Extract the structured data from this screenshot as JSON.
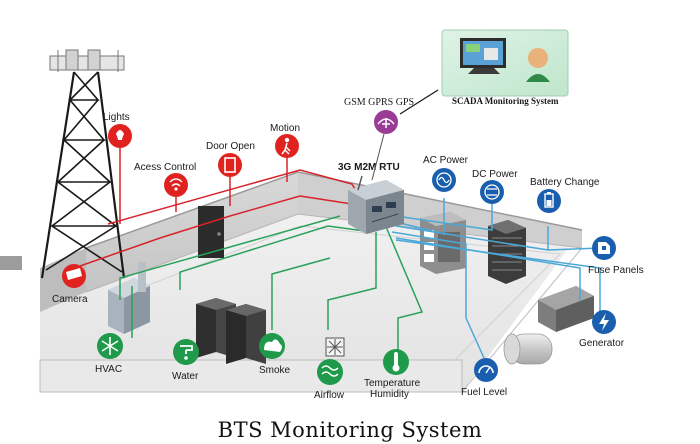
{
  "title": "BTS Monitoring System",
  "scada_label": "SCADA Monitoring System",
  "comm_label": "GSM GPRS GPS",
  "rtu_label": "3G M2M RTU",
  "sensors": {
    "lights": "Lights",
    "access_control": "Acess Control",
    "door_open": "Door Open",
    "motion": "Motion",
    "camera": "Camera",
    "hvac": "HVAC",
    "water": "Water",
    "smoke": "Smoke",
    "airflow": "Airflow",
    "temperature": "Temperature",
    "humidity": "Humidity",
    "fuel_level": "Fuel Level",
    "ac_power": "AC Power",
    "dc_power": "DC Power",
    "battery_change": "Battery Change",
    "fuse_panels": "Fuse Panels",
    "generator": "Generator"
  },
  "colors": {
    "red_sensor": "#e0231f",
    "green_sensor": "#1e9a4a",
    "blue_sensor": "#1a5fae",
    "purple_comm": "#9a3c96",
    "red_wire": "#d8232a",
    "green_wire": "#2aa15a",
    "blue_wire": "#4aa8d8"
  }
}
